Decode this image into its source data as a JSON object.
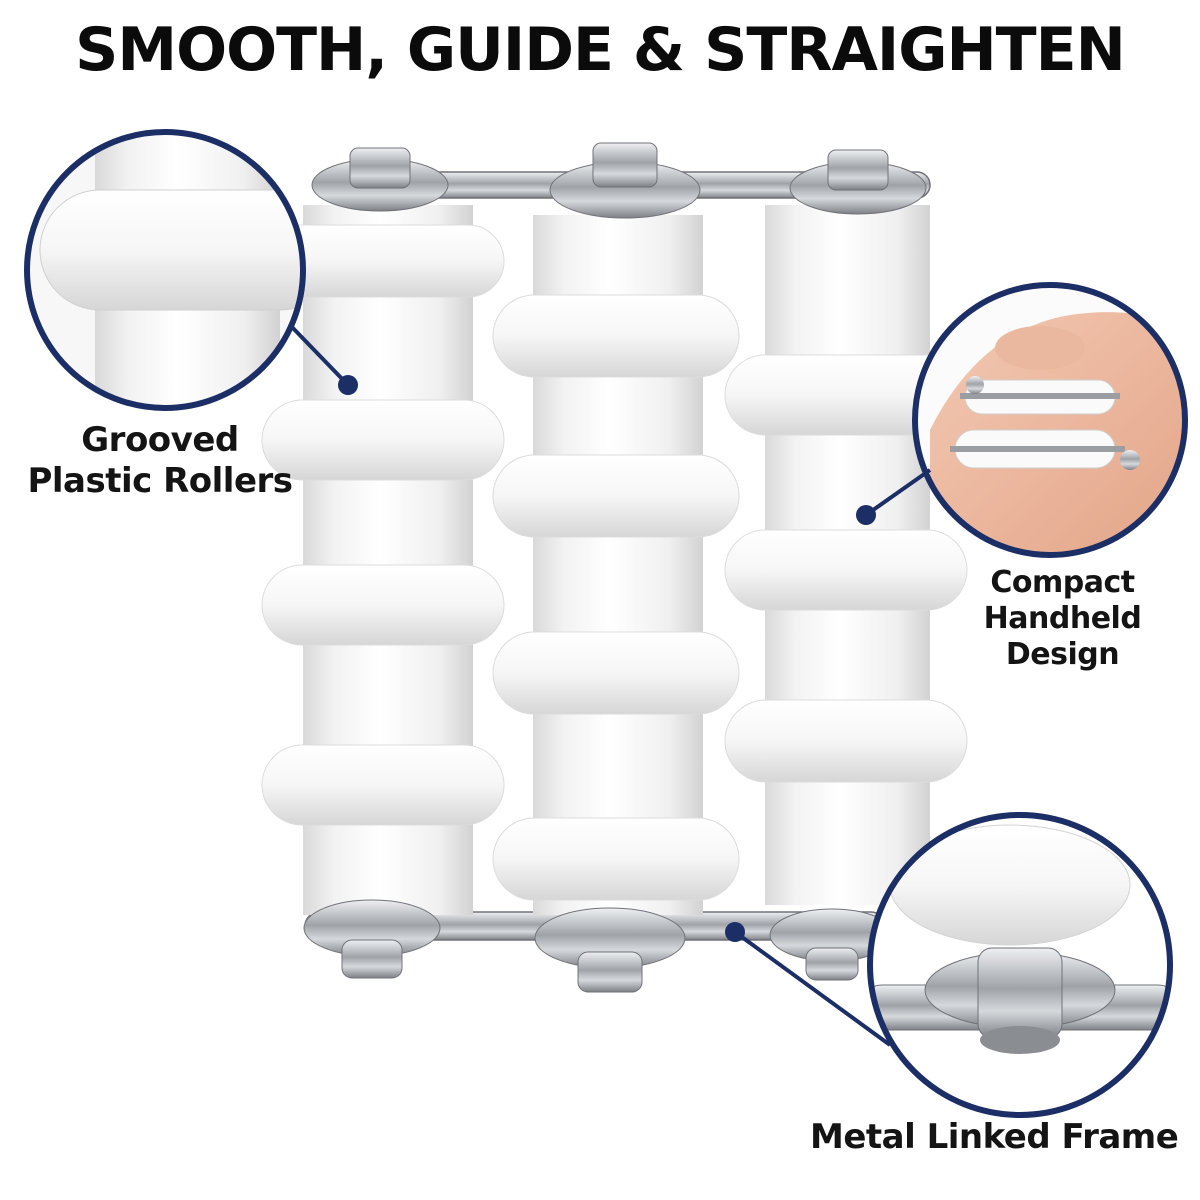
{
  "headline": "SMOOTH, GUIDE & STRAIGHTEN",
  "callouts": {
    "rollers": {
      "line1": "Grooved",
      "line2": "Plastic Rollers",
      "icon": "roller-groove-closeup"
    },
    "handheld": {
      "line1": "Compact",
      "line2": "Handheld Design",
      "icon": "hand-holding-tool"
    },
    "frame": {
      "line1": "Metal Linked Frame",
      "icon": "metal-bolt-closeup"
    }
  },
  "colors": {
    "accent": "#1b2e66",
    "roller": "#f4f4f4",
    "metal": "#b9bcc0",
    "text": "#141414"
  }
}
